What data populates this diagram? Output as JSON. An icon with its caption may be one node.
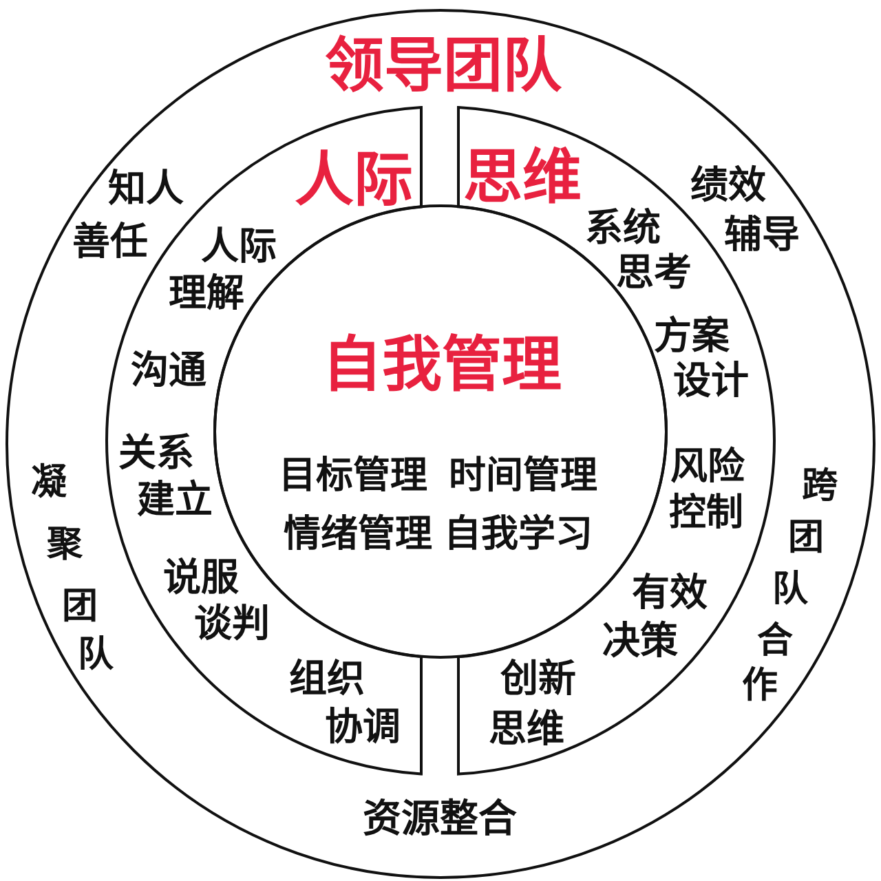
{
  "diagram": {
    "nodes": [
      {
        "text": [
          "领导团队",
          "知人善任",
          "绩效辅导",
          "凝聚团队",
          "跨团队合作",
          "资源整合"
        ]
      },
      {
        "text": [
          "人际",
          "人际理解",
          "沟通",
          "关系建立",
          "说服谈判",
          "组织协调"
        ],
        "in": 0
      },
      {
        "text": [
          "思维",
          "系统思考",
          "方案设计",
          "风险控制",
          "有效决策",
          "创新思维"
        ],
        "in": 0
      },
      {
        "text": [
          "自我管理",
          "目标管理",
          "时间管理",
          "情绪管理",
          "自我学习"
        ],
        "in": 0
      }
    ]
  }
}
